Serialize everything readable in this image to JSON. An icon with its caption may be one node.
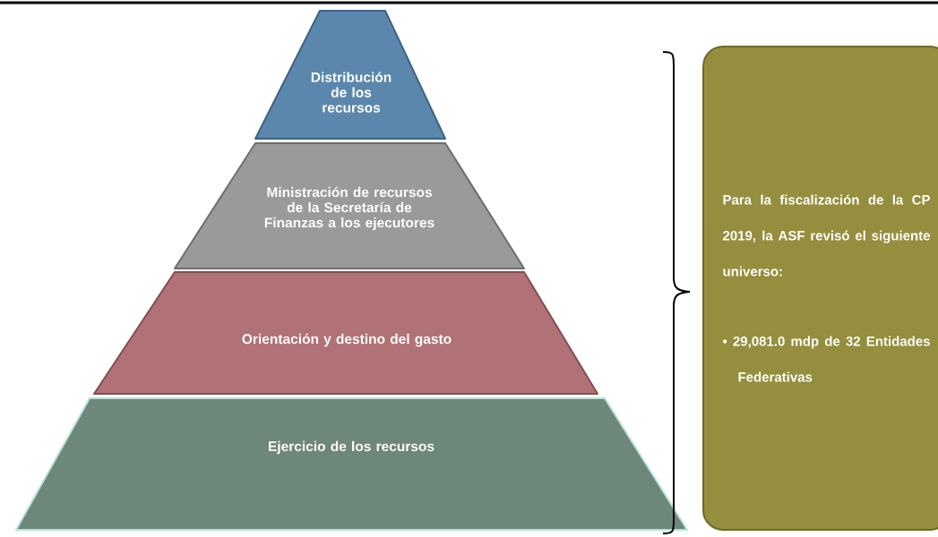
{
  "diagram": {
    "nodes": [
      {
        "text": [
          "Distribución de los recursos"
        ]
      },
      {
        "text": [
          "Ministración de recursos de la Secretaría de Finanzas a los ejecutores"
        ]
      },
      {
        "text": [
          "Orientación y destino del gasto"
        ]
      },
      {
        "text": [
          "Ejercicio de los recursos"
        ]
      },
      {
        "text": [
          "Para la fiscalización de la CP 2019, la ASF revisó el siguiente universo:",
          "• 29,081.0 mdp de 32 Entidades Federativas"
        ]
      }
    ]
  }
}
